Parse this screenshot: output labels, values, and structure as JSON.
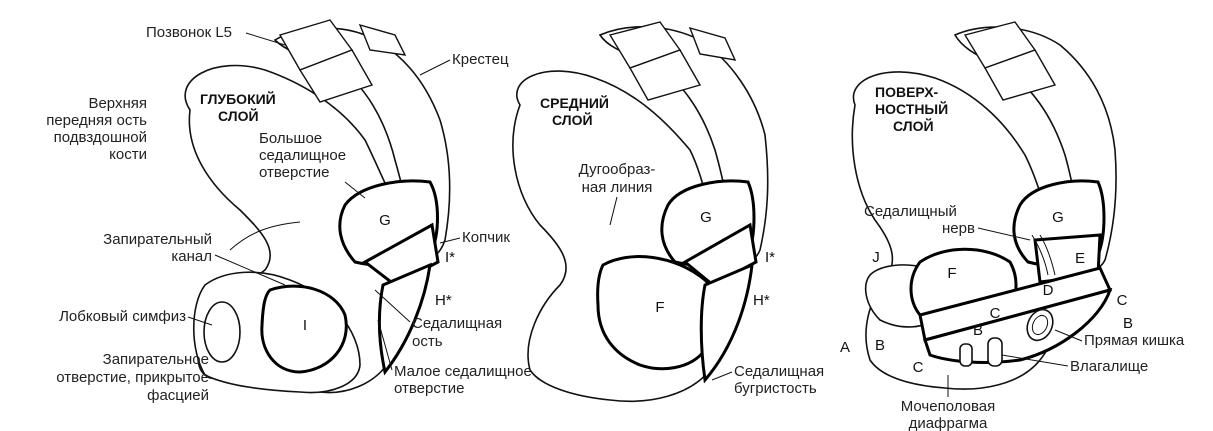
{
  "panels": [
    {
      "title_lines": [
        "ГЛУБОКИЙ",
        "СЛОЙ"
      ],
      "labels": {
        "l5": "Позвонок L5",
        "sacrum": "Крестец",
        "asis": [
          "Верхняя",
          "передняя ость",
          "подвздошной",
          "кости"
        ],
        "gsf": [
          "Большое",
          "седалищное",
          "отверстие"
        ],
        "coccyx": "Копчик",
        "obt_canal": [
          "Запирательный",
          "канал"
        ],
        "symphysis": "Лобковый симфиз",
        "obt_foramen": [
          "Запирательное",
          "отверстие, прикрытое",
          "фасцией"
        ],
        "spine": [
          "Седалищная",
          "ость"
        ],
        "lsf": [
          "Малое седалищное",
          "отверстие"
        ]
      },
      "letters": {
        "g": "G",
        "i": "I",
        "marker_i": "I*",
        "marker_h": "H*"
      }
    },
    {
      "title_lines": [
        "СРЕДНИЙ",
        "СЛОЙ"
      ],
      "labels": {
        "arcuate": [
          "Дугообраз-",
          "ная линия"
        ],
        "tuber": [
          "Седалищная",
          "бугристость"
        ]
      },
      "letters": {
        "g": "G",
        "f": "F",
        "marker_i": "I*",
        "marker_h": "H*"
      }
    },
    {
      "title_lines": [
        "ПОВЕРХ-",
        "НОСТНЫЙ",
        "СЛОЙ"
      ],
      "labels": {
        "sciatic": [
          "Седалищный",
          "нерв"
        ],
        "rectum": "Прямая кишка",
        "vagina": "Влагалище",
        "urogenital": [
          "Мочеполовая",
          "диафрагма"
        ]
      },
      "letters": {
        "g": "G",
        "f": "F",
        "e": "E",
        "d": "D",
        "c1": "C",
        "c2": "C",
        "c3": "C",
        "b1": "B",
        "b2": "B",
        "b3": "B",
        "j": "J",
        "a": "A"
      }
    }
  ]
}
